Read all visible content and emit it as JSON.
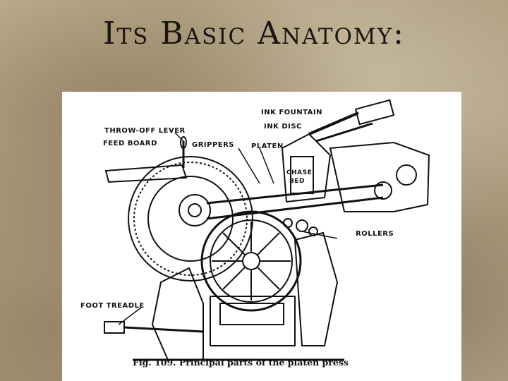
{
  "slide": {
    "title": "Its Basic Anatomy:"
  },
  "figure": {
    "caption": "Fig. 109. Principal parts of the platen press",
    "labels": {
      "ink_fountain": "INK FOUNTAIN",
      "ink_disc": "INK DISC",
      "throw_off_lever": "THROW-OFF LEVER",
      "feed_board": "FEED BOARD",
      "grippers": "GRIPPERS",
      "platen": "PLATEN",
      "chase": "CHASE",
      "bed": "BED",
      "rollers": "ROLLERS",
      "foot_treadle": "FOOT TREADLE"
    }
  }
}
